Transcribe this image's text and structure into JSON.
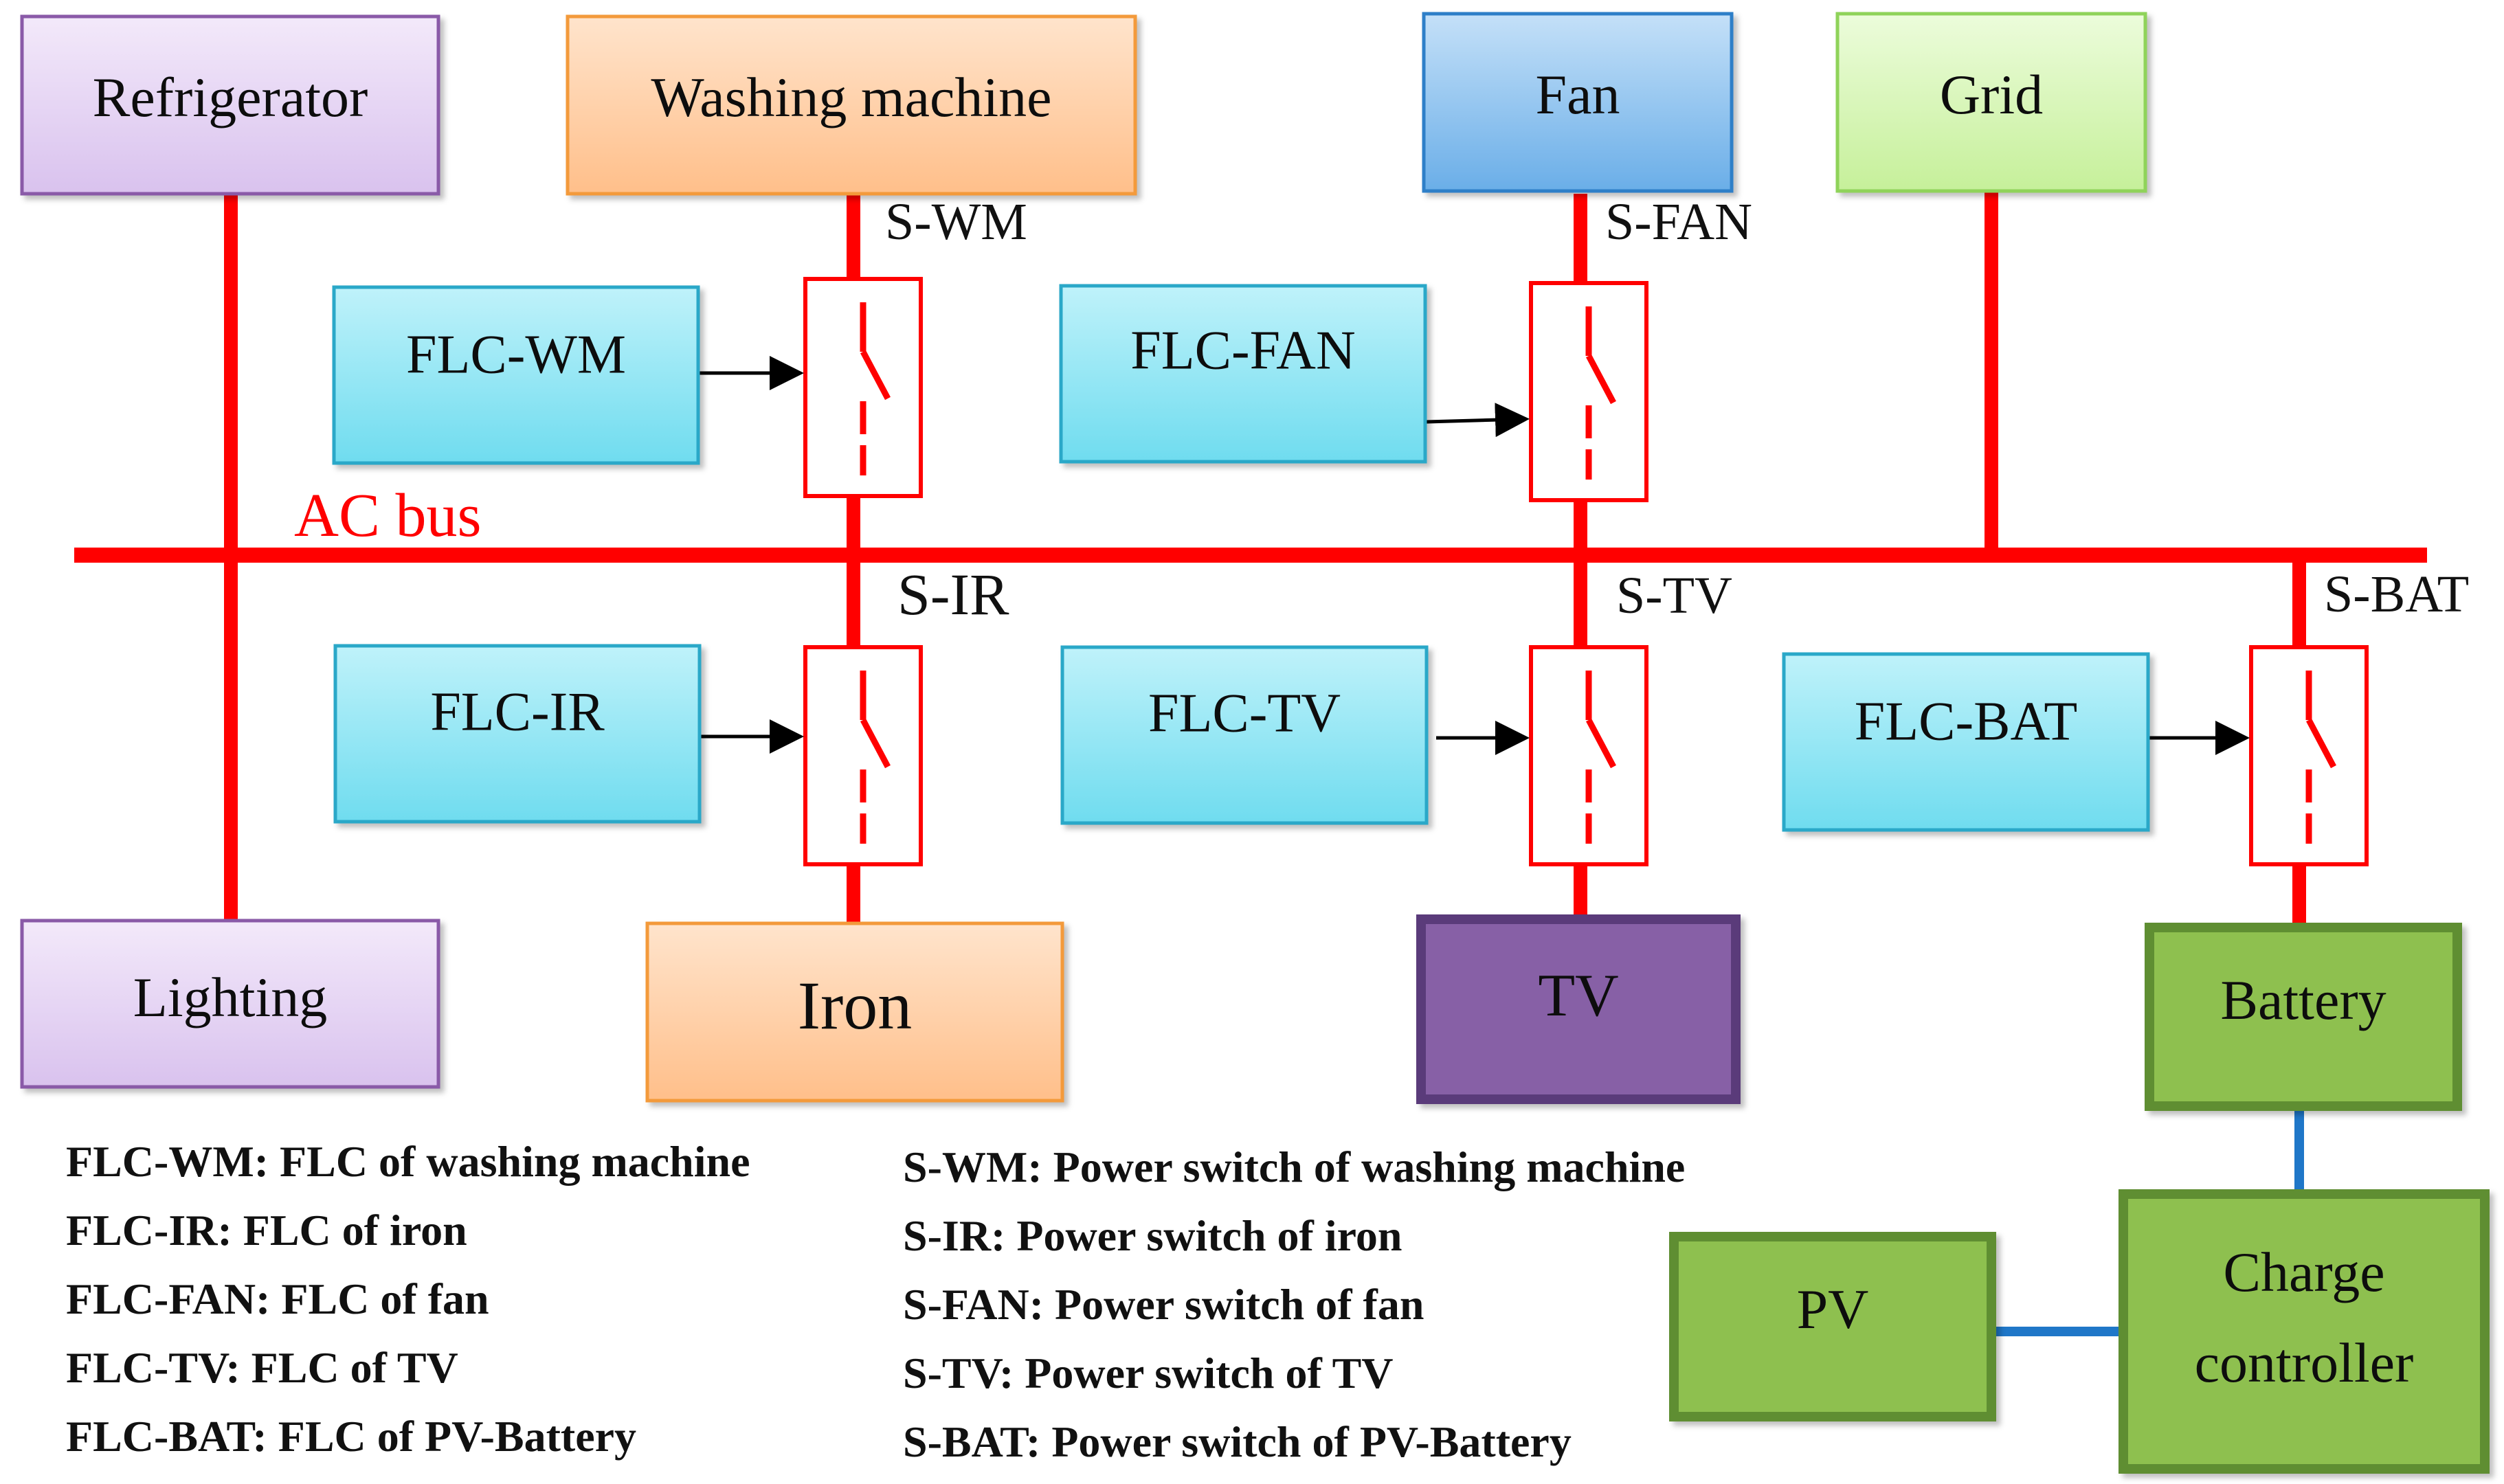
{
  "colors": {
    "bus_red": "#ff0000",
    "dc_link_blue": "#1f77c8",
    "flc_fill": "#86e6f3",
    "flc_stroke": "#2aa8c8",
    "purple_light_fill": "#e6d6f2",
    "purple_stroke": "#8a5aa8",
    "orange_fill": "#ffd0a8",
    "orange_stroke": "#f39a3a",
    "blue_fill": "#8cc4f0",
    "blue_stroke": "#2f7fc8",
    "green_light_fill": "#d7f7b8",
    "green_light_stroke": "#8fd35a",
    "tv_fill": "#8760a6",
    "tv_stroke": "#5a3a7a",
    "green_fill": "#8ec050",
    "green_stroke": "#5f8e30"
  },
  "nodes": {
    "refrigerator": "Refrigerator",
    "washing_machine": "Washing machine",
    "fan": "Fan",
    "grid": "Grid",
    "lighting": "Lighting",
    "iron": "Iron",
    "tv": "TV",
    "battery": "Battery",
    "charge_controller_line1": "Charge",
    "charge_controller_line2": "controller",
    "pv": "PV"
  },
  "controllers": {
    "flc_wm": "FLC-WM",
    "flc_fan": "FLC-FAN",
    "flc_ir": "FLC-IR",
    "flc_tv": "FLC-TV",
    "flc_bat": "FLC-BAT"
  },
  "switches": {
    "s_wm": "S-WM",
    "s_fan": "S-FAN",
    "s_ir": "S-IR",
    "s_tv": "S-TV",
    "s_bat": "S-BAT"
  },
  "bus_label": "AC bus",
  "legend_left": [
    "FLC-WM: FLC of washing machine",
    "FLC-IR: FLC of iron",
    "FLC-FAN: FLC of fan",
    "FLC-TV: FLC of TV",
    "FLC-BAT: FLC of PV-Battery"
  ],
  "legend_right": [
    "S-WM: Power switch of washing machine",
    "S-IR: Power switch of iron",
    "S-FAN: Power switch of fan",
    "S-TV: Power switch of TV",
    "S-BAT: Power switch of PV-Battery"
  ]
}
